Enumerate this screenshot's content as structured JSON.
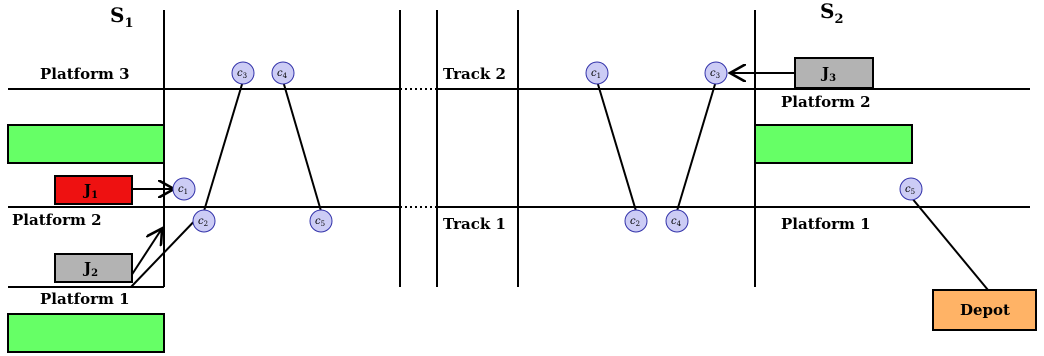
{
  "stations": {
    "s1": {
      "main": "S",
      "sub": "1"
    },
    "s2": {
      "main": "S",
      "sub": "2"
    }
  },
  "labels": {
    "s1_platform_3": "Platform 3",
    "s1_platform_2": "Platform 2",
    "s1_platform_1": "Platform 1",
    "track_2": "Track 2",
    "track_1": "Track 1",
    "s2_platform_2": "Platform 2",
    "s2_platform_1": "Platform 1"
  },
  "trains": {
    "j1": {
      "main": "J",
      "sub": "1"
    },
    "j2": {
      "main": "J",
      "sub": "2"
    },
    "j3": {
      "main": "J",
      "sub": "3"
    }
  },
  "depot": "Depot",
  "nodes": {
    "s1_c1": {
      "main": "c",
      "sub": "1"
    },
    "s1_c2": {
      "main": "c",
      "sub": "2"
    },
    "s1_c3": {
      "main": "c",
      "sub": "3"
    },
    "s1_c4": {
      "main": "c",
      "sub": "4"
    },
    "s1_c5": {
      "main": "c",
      "sub": "5"
    },
    "t_c1": {
      "main": "c",
      "sub": "1"
    },
    "t_c2": {
      "main": "c",
      "sub": "2"
    },
    "t_c3": {
      "main": "c",
      "sub": "3"
    },
    "t_c4": {
      "main": "c",
      "sub": "4"
    },
    "s2_c5": {
      "main": "c",
      "sub": "5"
    }
  },
  "colors": {
    "platform_fill": "#66ff66",
    "train_j1_fill": "#ee1111",
    "train_idle_fill": "#b3b3b3",
    "depot_fill": "#ffb366",
    "node_fill": "#ccccf5",
    "node_stroke": "#3333aa"
  }
}
